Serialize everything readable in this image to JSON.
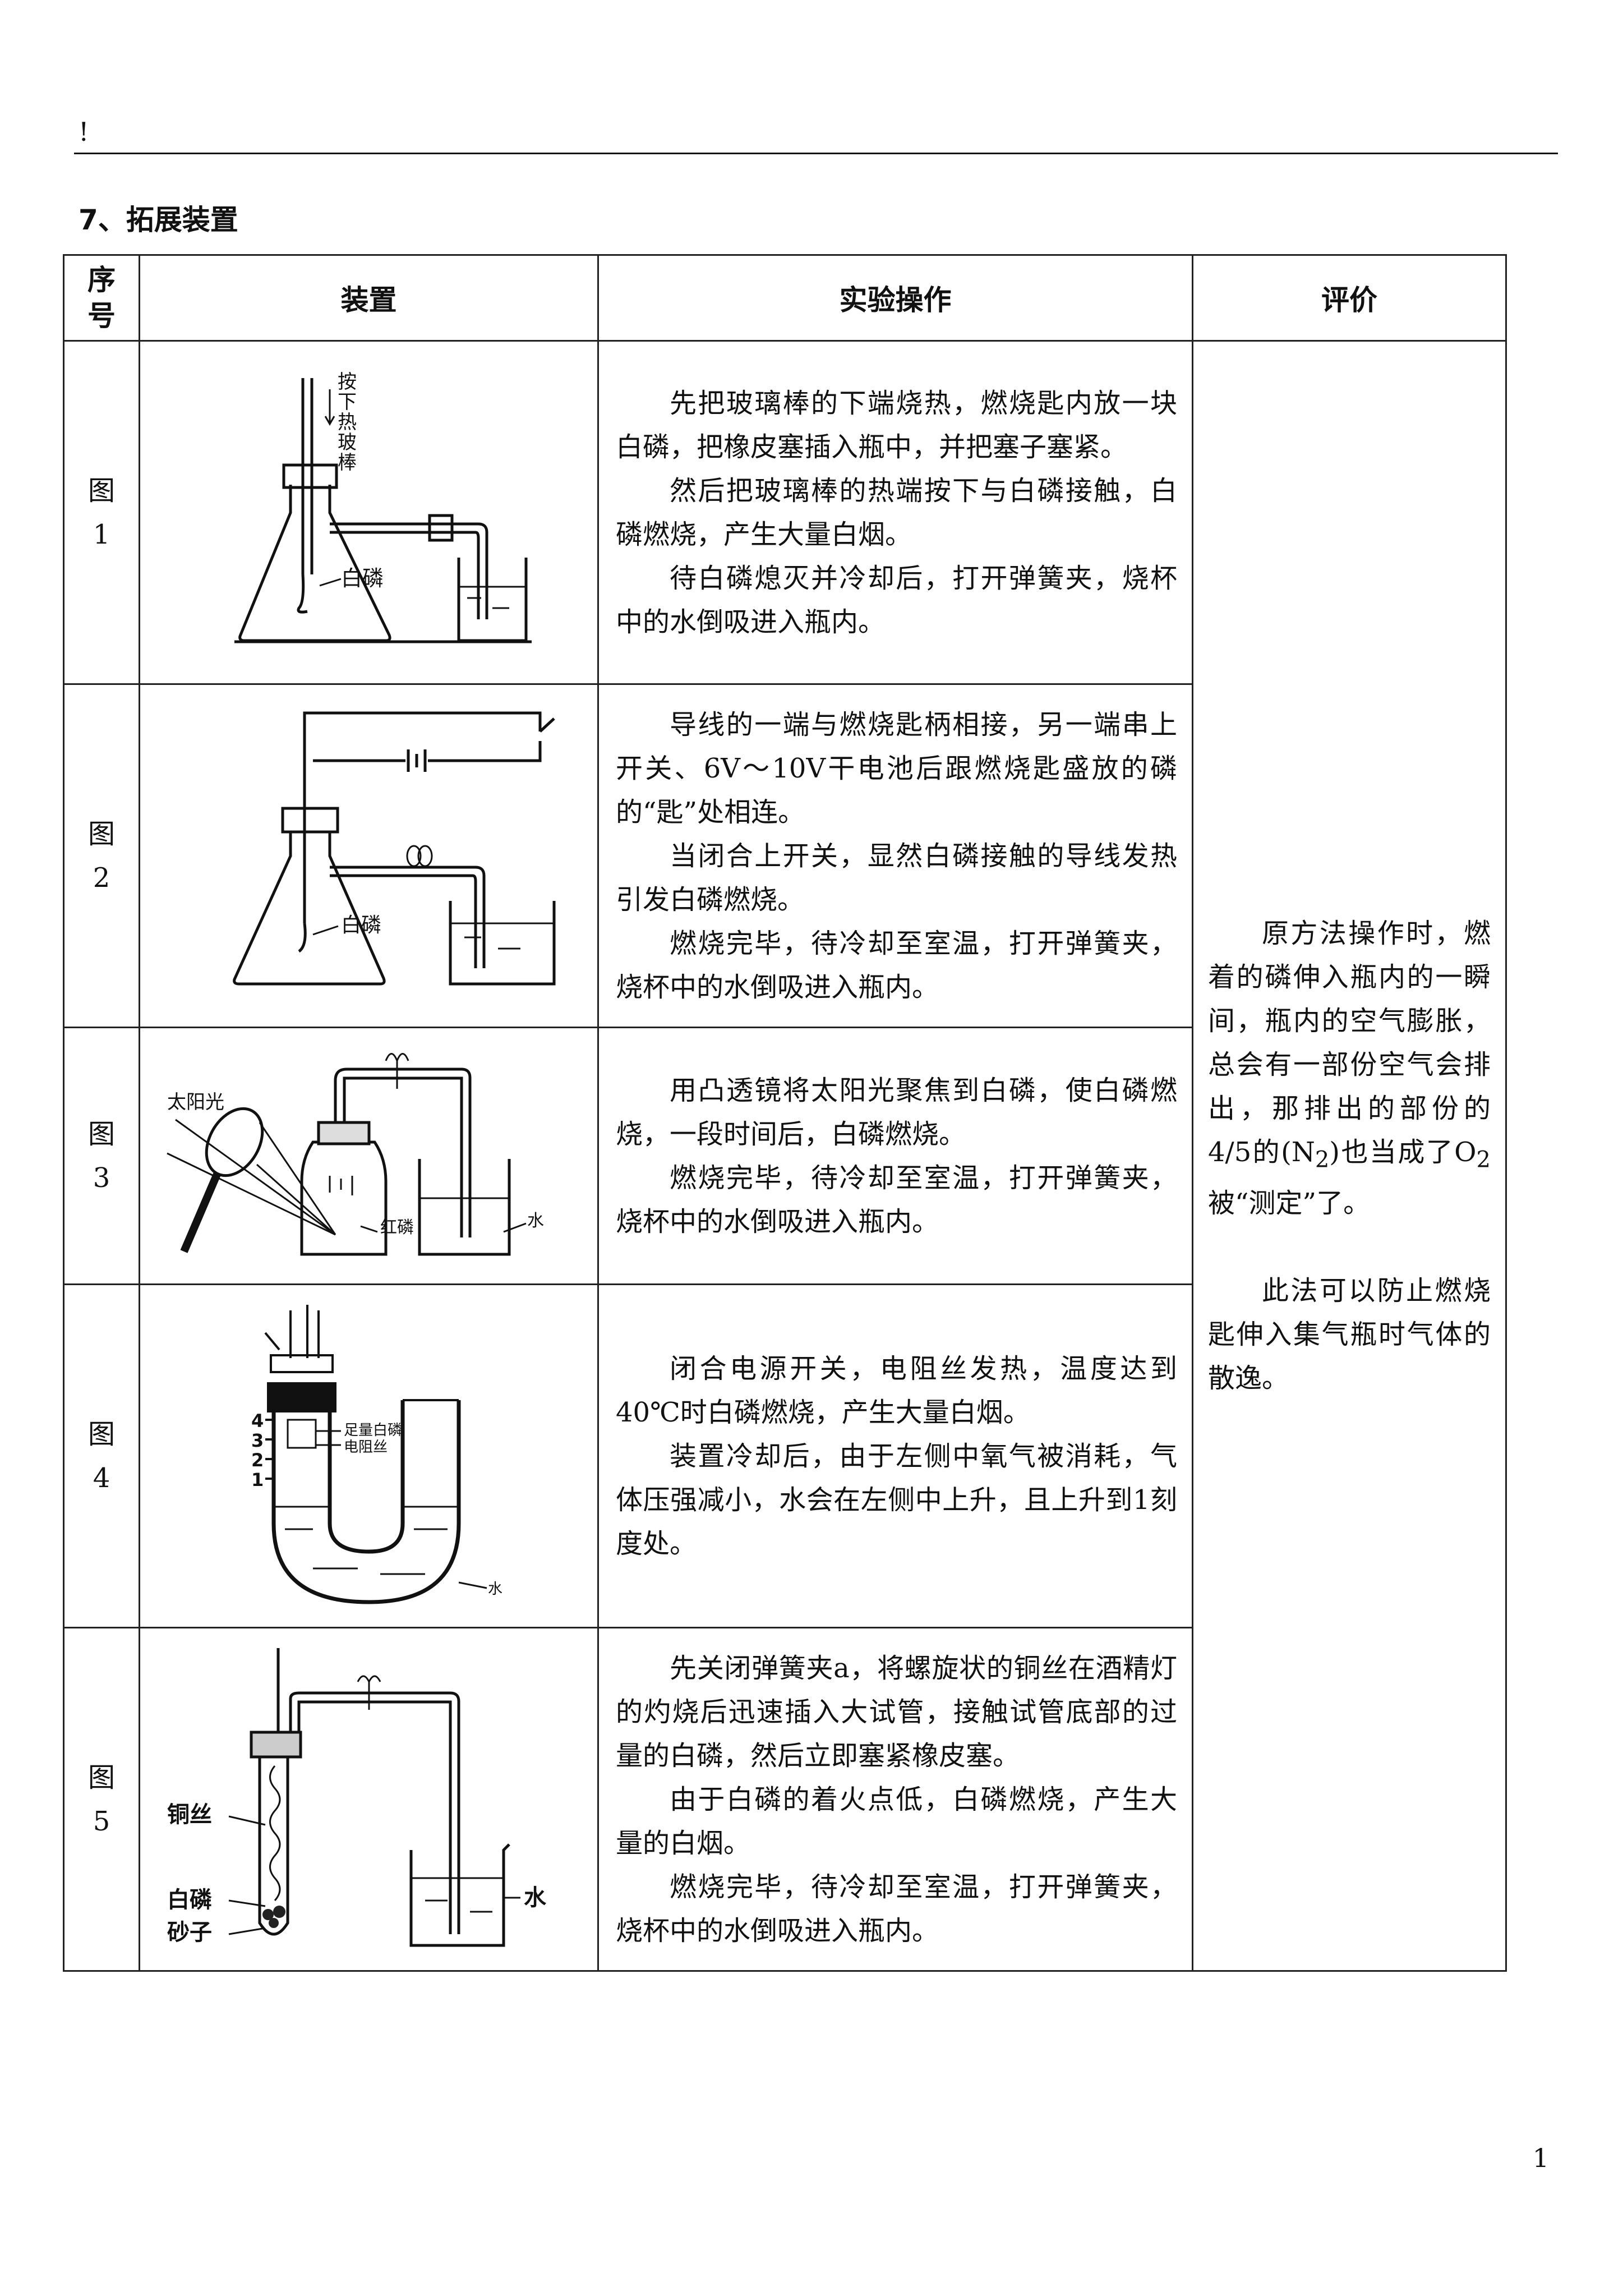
{
  "header": {
    "mark": "!"
  },
  "section": {
    "title": "7、拓展装置"
  },
  "table": {
    "headers": {
      "index": "序号",
      "device": "装置",
      "operation": "实验操作",
      "evaluation": "评价"
    },
    "rows": [
      {
        "fig_char": "图",
        "fig_num": "1",
        "labels": {
          "press": "按下热玻棒",
          "phosphorus": "白磷"
        },
        "operation": [
          "先把玻璃棒的下端烧热，燃烧匙内放一块白磷，把橡皮塞插入瓶中，并把塞子塞紧。",
          "然后把玻璃棒的热端按下与白磷接触，白磷燃烧，产生大量白烟。",
          "待白磷熄灭并冷却后，打开弹簧夹，烧杯中的水倒吸进入瓶内。"
        ]
      },
      {
        "fig_char": "图",
        "fig_num": "2",
        "labels": {
          "phosphorus": "白磷"
        },
        "operation": [
          "导线的一端与燃烧匙柄相接，另一端串上开关、6V～10V干电池后跟燃烧匙盛放的磷的“匙”处相连。",
          "当闭合上开关，显然白磷接触的导线发热引发白磷燃烧。",
          "燃烧完毕，待冷却至室温，打开弹簧夹，烧杯中的水倒吸进入瓶内。"
        ]
      },
      {
        "fig_char": "图",
        "fig_num": "3",
        "labels": {
          "sunlight": "太阳光",
          "red_phosphorus": "红磷",
          "water": "水"
        },
        "operation": [
          "用凸透镜将太阳光聚焦到白磷，使白磷燃烧，一段时间后，白磷燃烧。",
          "燃烧完毕，待冷却至室温，打开弹簧夹，烧杯中的水倒吸进入瓶内。"
        ]
      },
      {
        "fig_char": "图",
        "fig_num": "4",
        "labels": {
          "ticks": [
            "4",
            "3",
            "2",
            "1"
          ],
          "phosphorus": "足量白磷",
          "wire": "电阻丝",
          "water": "水"
        },
        "operation": [
          "闭合电源开关，电阻丝发热，温度达到40℃时白磷燃烧，产生大量白烟。",
          "装置冷却后，由于左侧中氧气被消耗，气体压强减小，水会在左侧中上升，且上升到1刻度处。"
        ]
      },
      {
        "fig_char": "图",
        "fig_num": "5",
        "labels": {
          "copper": "铜丝",
          "phosphorus": "白磷",
          "sand": "砂子",
          "water": "水"
        },
        "operation": [
          "先关闭弹簧夹a，将螺旋状的铜丝在酒精灯的灼烧后迅速插入大试管，接触试管底部的过量的白磷，然后立即塞紧橡皮塞。",
          "由于白磷的着火点低，白磷燃烧，产生大量的白烟。",
          "燃烧完毕，待冷却至室温，打开弹簧夹，烧杯中的水倒吸进入瓶内。"
        ]
      }
    ],
    "evaluation": {
      "p1": "原方法操作时，燃着的磷伸入瓶内的一瞬间，瓶内的空气膨胀，总会有一部份空气会排出，那排出的部份的4/5的(N",
      "p1_sub": "2",
      "p1_mid": ")也当成了O",
      "p1_sub2": "2",
      "p1_end": "被“测定”了。",
      "p2": "此法可以防止燃烧匙伸入集气瓶时气体的散逸。"
    }
  },
  "footer": {
    "page_number": "1"
  }
}
